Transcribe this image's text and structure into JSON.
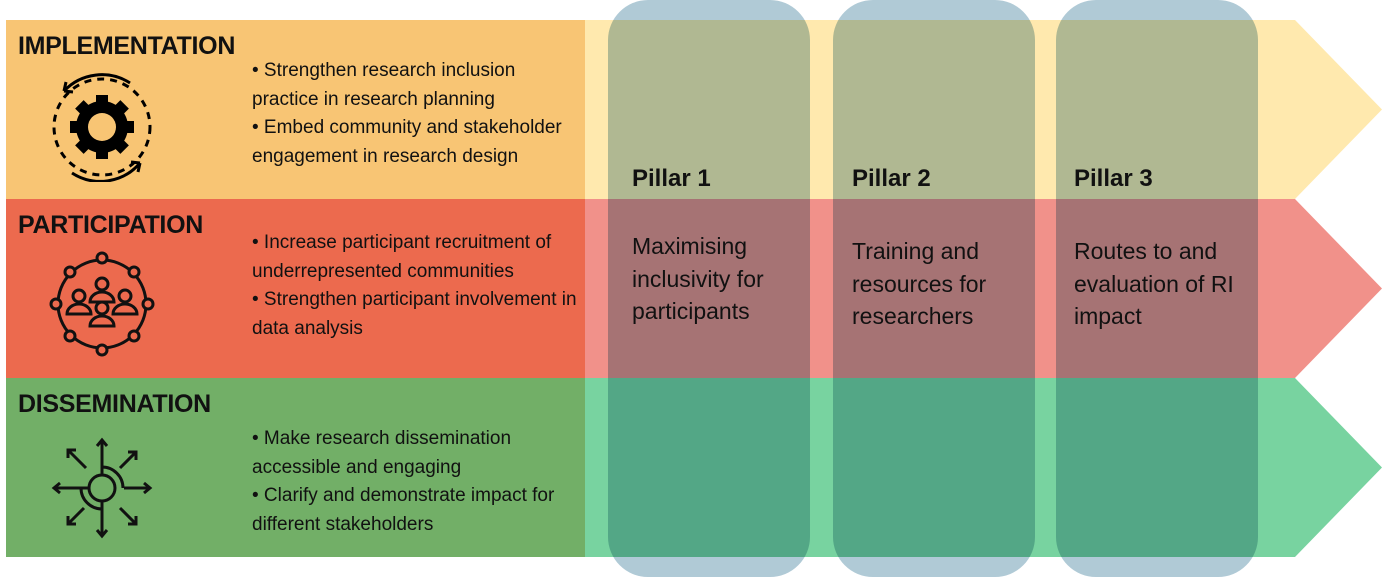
{
  "rows": [
    {
      "title": "IMPLEMENTATION",
      "icon": "gear-cycle-icon",
      "bullets": [
        "• Strengthen research inclusion practice in research planning",
        "• Embed community and stakeholder engagement in research design"
      ],
      "color": "#F8C574",
      "band_color": "#FFE9AE"
    },
    {
      "title": "PARTICIPATION",
      "icon": "community-network-icon",
      "bullets": [
        "• Increase participant recruitment of underrepresented communities",
        "• Strengthen participant involvement in data analysis"
      ],
      "color": "#EC6A4E",
      "band_color": "#F1918A"
    },
    {
      "title": "DISSEMINATION",
      "icon": "radiating-arrows-icon",
      "bullets": [
        "• Make research dissemination accessible and engaging",
        "• Clarify and demonstrate impact for different stakeholders"
      ],
      "color": "#72AF67",
      "band_color": "#78D3A0"
    }
  ],
  "pillars": [
    {
      "title": "Pillar 1",
      "text": "Maximising inclusivity for participants"
    },
    {
      "title": "Pillar 2",
      "text": "Training and resources for researchers"
    },
    {
      "title": "Pillar 3",
      "text": "Routes to and evaluation of RI impact"
    }
  ],
  "pillar_color": "#B0CAD6"
}
